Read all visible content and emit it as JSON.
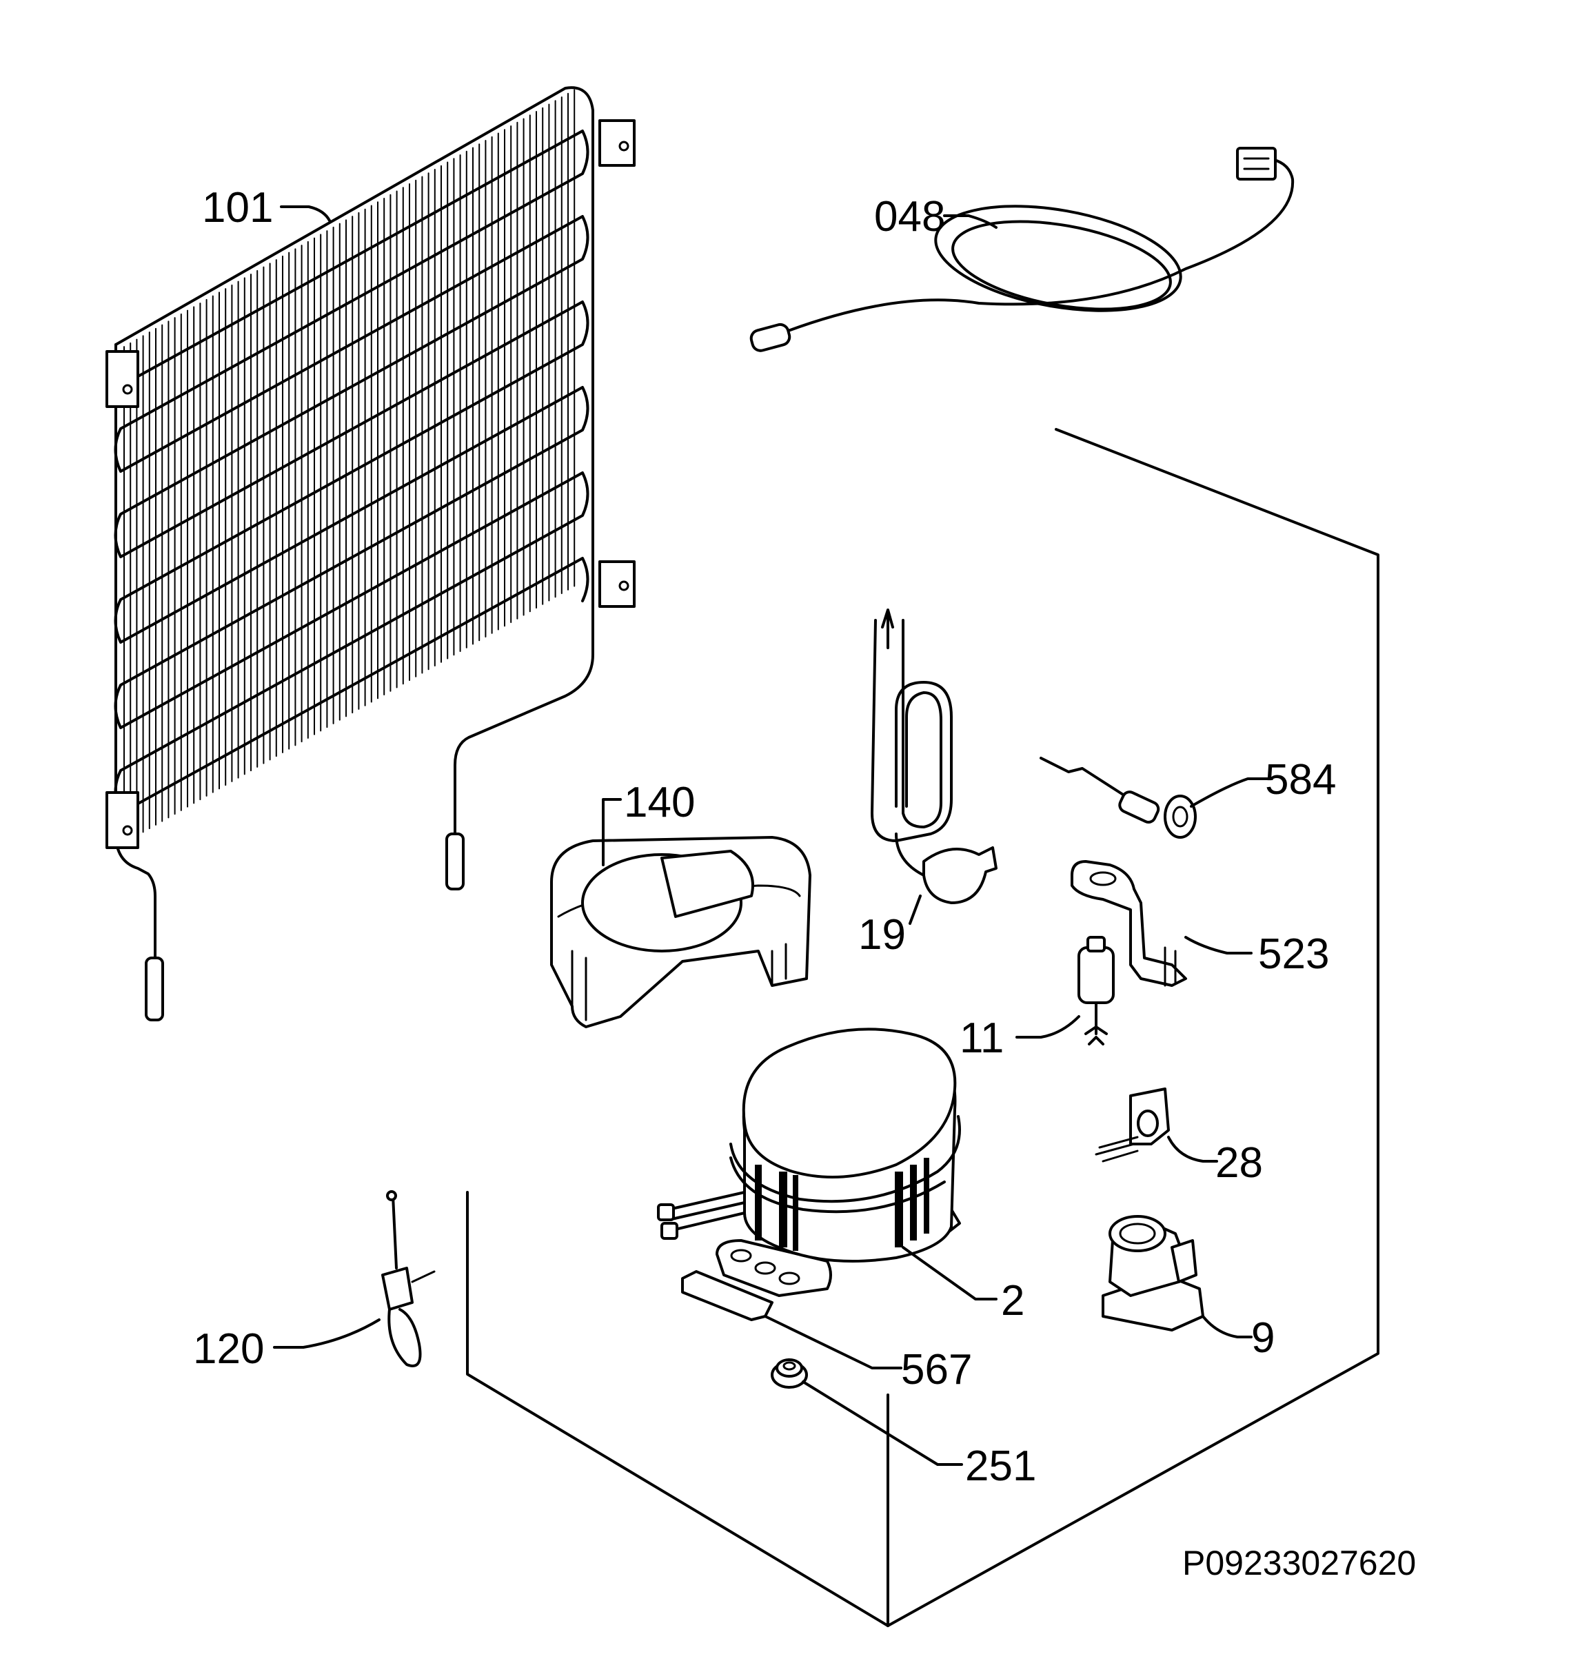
{
  "diagram": {
    "document_code": "P09233027620",
    "callouts": [
      {
        "id": "101",
        "text": "101"
      },
      {
        "id": "048",
        "text": "048"
      },
      {
        "id": "140",
        "text": "140"
      },
      {
        "id": "19",
        "text": "19"
      },
      {
        "id": "584",
        "text": "584"
      },
      {
        "id": "523",
        "text": "523"
      },
      {
        "id": "11",
        "text": "11"
      },
      {
        "id": "28",
        "text": "28"
      },
      {
        "id": "2",
        "text": "2"
      },
      {
        "id": "9",
        "text": "9"
      },
      {
        "id": "120",
        "text": "120"
      },
      {
        "id": "567",
        "text": "567"
      },
      {
        "id": "251",
        "text": "251"
      }
    ]
  }
}
